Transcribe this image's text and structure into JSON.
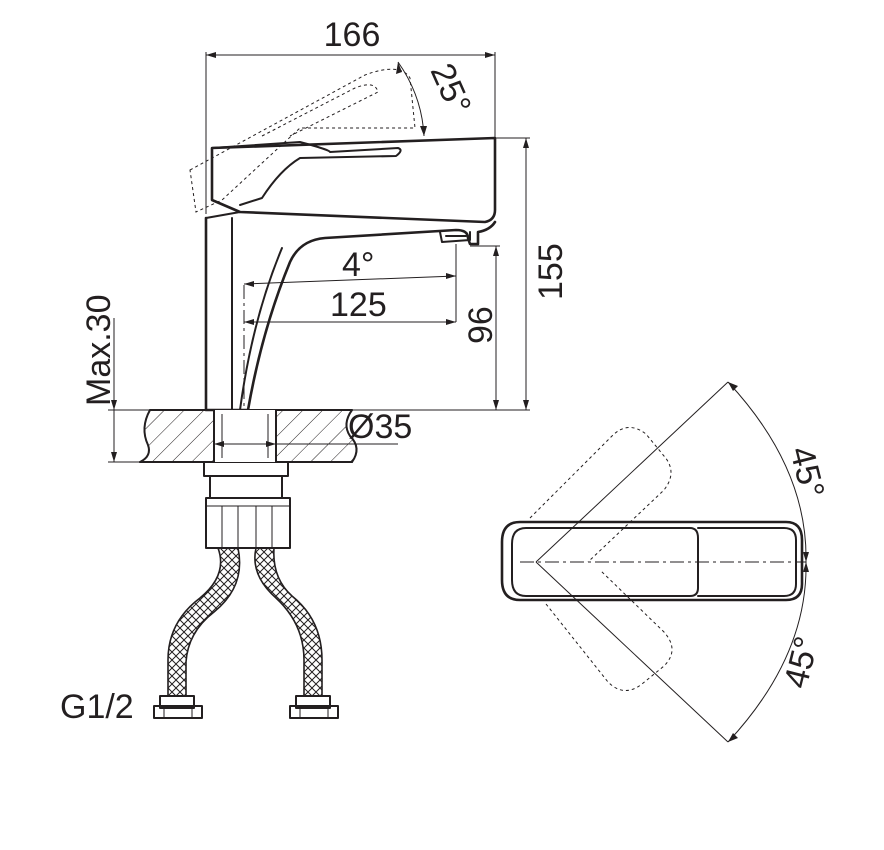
{
  "dimensions": {
    "overall_length": "166",
    "height_overall": "155",
    "handle_angle_top": "25°",
    "spout_angle": "4°",
    "spout_reach": "125",
    "spout_height": "96",
    "max_deck_thickness": "Max.30",
    "mounting_hole": "Ø35",
    "connection_thread": "G1/2",
    "rotation_up": "45°",
    "rotation_down": "45°"
  },
  "colors": {
    "line": "#231f20",
    "background": "#ffffff"
  }
}
